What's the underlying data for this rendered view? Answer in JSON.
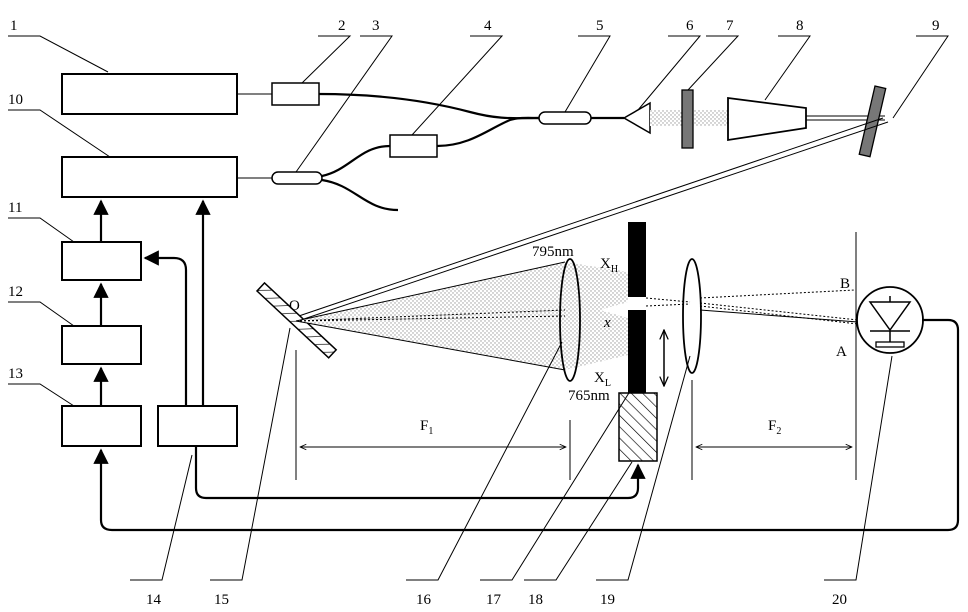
{
  "labels": {
    "n1": "1",
    "n2": "2",
    "n3": "3",
    "n4": "4",
    "n5": "5",
    "n6": "6",
    "n7": "7",
    "n8": "8",
    "n9": "9",
    "n10": "10",
    "n11": "11",
    "n12": "12",
    "n13": "13",
    "n14": "14",
    "n15": "15",
    "n16": "16",
    "n17": "17",
    "n18": "18",
    "n19": "19",
    "n20": "20"
  },
  "annotations": {
    "point_o": "O",
    "wl_795": "795nm",
    "wl_765": "765nm",
    "xh_main": "X",
    "xh_sub": "H",
    "xl_main": "X",
    "xl_sub": "L",
    "x_var": "x",
    "point_b": "B",
    "point_a": "A",
    "f1_main": "F",
    "f1_sub": "1",
    "f2_main": "F",
    "f2_sub": "2"
  },
  "colors": {
    "line": "#000000",
    "fill_gray": "#777777",
    "dot_fill": "#cfcfcf"
  }
}
